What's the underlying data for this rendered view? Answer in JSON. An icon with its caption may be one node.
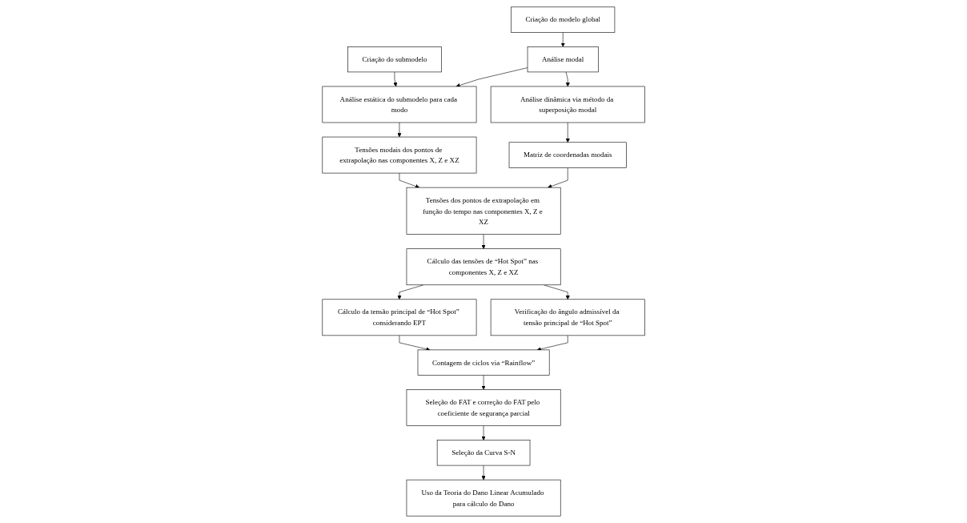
{
  "diagram": {
    "nodes": [
      {
        "text": [
          "Criação do modelo global"
        ]
      },
      {
        "text": [
          "Análise modal"
        ]
      },
      {
        "text": [
          "Análise dinâmica via método da superposição modal"
        ]
      },
      {
        "text": [
          "Matriz de coordenadas modais"
        ]
      },
      {
        "text": [
          "Criação do submodelo"
        ]
      },
      {
        "text": [
          "Análise estática do submodelo para cada modo"
        ]
      },
      {
        "text": [
          "Tensões modais dos pontos de extrapolação nas componentes X, Z e XZ"
        ]
      },
      {
        "text": [
          "Tensões dos pontos de extrapolação em função do tempo nas componentes X, Z e XZ"
        ]
      },
      {
        "text": [
          "Cálculo das tensões de “Hot Spot” nas componentes X, Z e XZ"
        ]
      },
      {
        "text": [
          "Cálculo da tensão principal de “Hot Spot” considerando EPT"
        ]
      },
      {
        "text": [
          "Verificação do ângulo admissível da tensão principal de “Hot Spot”"
        ]
      },
      {
        "text": [
          "Contagem de ciclos via “Rainflow”"
        ]
      },
      {
        "text": [
          "Seleção do FAT e correção do FAT pelo coeficiente de segurança parcial"
        ]
      },
      {
        "text": [
          "Seleção da Curva S-N"
        ]
      },
      {
        "text": [
          "Uso da Teoria do Dano Linear Acumulado para cálculo do Dano"
        ]
      }
    ],
    "edges": [
      {
        "from": 0,
        "to": 1,
        "arrow": "to"
      },
      {
        "from": 1,
        "to": 2,
        "arrow": "to"
      },
      {
        "from": 2,
        "to": 3,
        "arrow": "to"
      },
      {
        "from": 4,
        "to": 5,
        "arrow": "to"
      },
      {
        "from": 1,
        "to": 5,
        "arrow": "to"
      },
      {
        "from": 5,
        "to": 6,
        "arrow": "to"
      },
      {
        "from": 6,
        "to": 7,
        "arrow": "to"
      },
      {
        "from": 3,
        "to": 7,
        "arrow": "to"
      },
      {
        "from": 7,
        "to": 8,
        "arrow": "to"
      },
      {
        "from": 8,
        "to": 9,
        "arrow": "to"
      },
      {
        "from": 8,
        "to": 10,
        "arrow": "to"
      },
      {
        "from": 9,
        "to": 11,
        "arrow": "to"
      },
      {
        "from": 10,
        "to": 11,
        "arrow": "to"
      },
      {
        "from": 11,
        "to": 12,
        "arrow": "to"
      },
      {
        "from": 12,
        "to": 13,
        "arrow": "to"
      },
      {
        "from": 13,
        "to": 14,
        "arrow": "to"
      }
    ]
  }
}
